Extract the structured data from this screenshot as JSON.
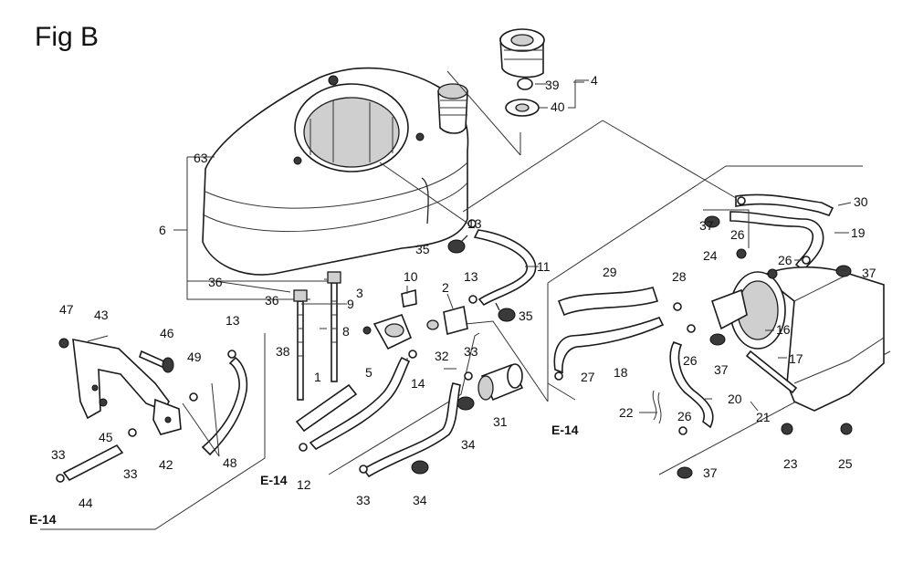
{
  "figure_title": "Fig B",
  "reference_label": "E-14",
  "part_numbers": {
    "p1": "1",
    "p2": "2",
    "p3": "3",
    "p4": "4",
    "p5": "5",
    "p6": "6",
    "p8": "8",
    "p9": "9",
    "p10": "10",
    "p11": "11",
    "p12": "12",
    "p13a": "13",
    "p13b": "13",
    "p13c": "13",
    "p14": "14",
    "p16": "16",
    "p17": "17",
    "p18": "18",
    "p19": "19",
    "p20": "20",
    "p21": "21",
    "p22": "22",
    "p23": "23",
    "p24": "24",
    "p25": "25",
    "p26a": "26",
    "p26b": "26",
    "p26c": "26",
    "p26d": "26",
    "p27": "27",
    "p28": "28",
    "p29": "29",
    "p30": "30",
    "p31": "31",
    "p32": "32",
    "p33a": "33",
    "p33b": "33",
    "p33c": "33",
    "p33d": "33",
    "p34a": "34",
    "p34b": "34",
    "p35a": "35",
    "p35b": "35",
    "p36a": "36",
    "p36b": "36",
    "p37a": "37",
    "p37b": "37",
    "p37c": "37",
    "p37d": "37",
    "p38": "38",
    "p39": "39",
    "p40": "40",
    "p42": "42",
    "p43": "43",
    "p44": "44",
    "p45": "45",
    "p46": "46",
    "p47": "47",
    "p48": "48",
    "p49": "49",
    "p63": "63"
  }
}
